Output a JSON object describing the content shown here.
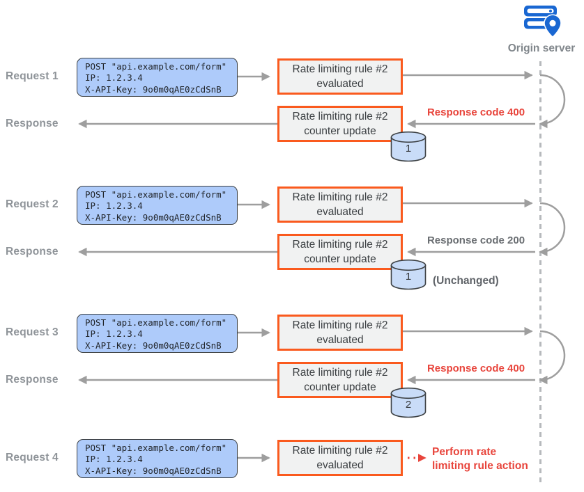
{
  "origin_server": {
    "label": "Origin server"
  },
  "request_payload": {
    "line1": "POST \"api.example.com/form\"",
    "line2": "IP: 1.2.3.4",
    "line3": "X-API-Key: 9o0m0qAE0zCdSnB"
  },
  "boxes": {
    "evaluated_label": "Rate limiting rule #2 evaluated",
    "counter_label": "Rate limiting rule #2 counter update"
  },
  "groups": [
    {
      "request_label": "Request 1",
      "response_label": "Response",
      "response_code": "Response code 400",
      "counter_value": "1"
    },
    {
      "request_label": "Request 2",
      "response_label": "Response",
      "response_code": "Response code 200",
      "counter_value": "1",
      "note": "(Unchanged)"
    },
    {
      "request_label": "Request 3",
      "response_label": "Response",
      "response_code": "Response code 400",
      "counter_value": "2"
    },
    {
      "request_label": "Request 4",
      "action_label_line1": "Perform rate",
      "action_label_line2": "limiting rule action"
    }
  ],
  "colors": {
    "accent_orange": "#fa5a1e",
    "request_box_blue": "#aecbfa",
    "arrow_gray": "#9e9e9e",
    "lifeline_gray": "#b6b9bc",
    "status_red": "#e8453c",
    "status_gray": "#6a6e72",
    "icon_blue": "#1967d2",
    "counter_fill": "#c9dcf8"
  }
}
